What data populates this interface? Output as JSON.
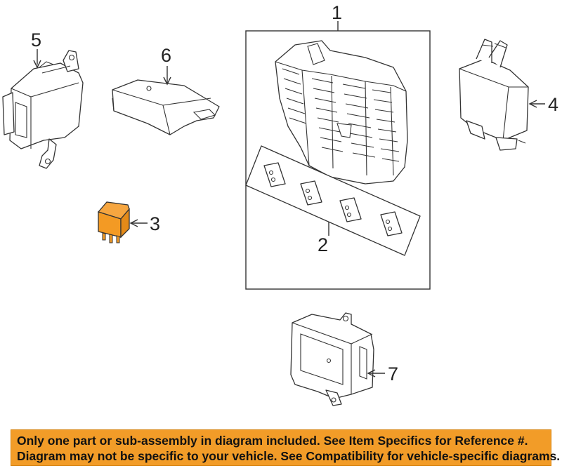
{
  "callouts": {
    "c1": "1",
    "c2": "2",
    "c3": "3",
    "c4": "4",
    "c5": "5",
    "c6": "6",
    "c7": "7"
  },
  "colors": {
    "highlight_part": "#f39a24",
    "banner_background": "#f29c28",
    "line": "#333333"
  },
  "banner": {
    "line1": "Only one part or sub-assembly in diagram included. See Item Specifics for Reference #.",
    "line2": "Diagram may not be specific to your vehicle. See Compatibility for vehicle-specific diagrams."
  }
}
